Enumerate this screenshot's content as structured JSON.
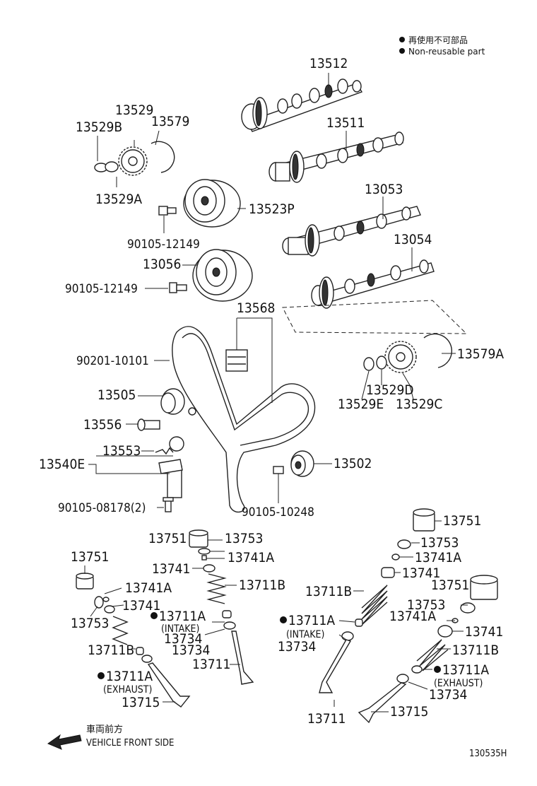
{
  "legend": {
    "jp": "再使用不可部品",
    "en": "Non-reusable part"
  },
  "figure_code": "130535H",
  "front_label": {
    "jp": "車両前方",
    "en": "VEHICLE FRONT SIDE"
  },
  "part_labels": {
    "p13512": "13512",
    "p13511": "13511",
    "p13053": "13053",
    "p13054": "13054",
    "p13529": "13529",
    "p13529B": "13529B",
    "p13579": "13579",
    "p13529A": "13529A",
    "p13523P": "13523P",
    "p90105_12149_a": "90105-12149",
    "p13056": "13056",
    "p90105_12149_b": "90105-12149",
    "p13568": "13568",
    "p90201_10101": "90201-10101",
    "p13505": "13505",
    "p13556": "13556",
    "p13553": "13553",
    "p13540E": "13540E",
    "p90105_08178": "90105-08178(2)",
    "p13502": "13502",
    "p90105_10248": "90105-10248",
    "p13579A": "13579A",
    "p13529D": "13529D",
    "p13529E": "13529E",
    "p13529C": "13529C",
    "l13751_a": "13751",
    "l13753_a": "13753",
    "l13741A_a": "13741A",
    "l13741_a": "13741",
    "l13711B_a": "13711B",
    "l13711A_a": "13711A",
    "l_intake_a": "(INTAKE)",
    "l13734_a": "13734",
    "l13711_a": "13711",
    "l13751_b": "13751",
    "l13741A_b": "13741A",
    "l13741_b": "13741",
    "l13753_b": "13753",
    "l13711B_b": "13711B",
    "l13734_b": "13734",
    "l13711A_b": "13711A",
    "l_exhaust_a": "(EXHAUST)",
    "l13715_a": "13715",
    "r13751_a": "13751",
    "r13753_a": "13753",
    "r13741A_a": "13741A",
    "r13741_a": "13741",
    "r13711B_a": "13711B",
    "r13711A_a": "13711A",
    "r_intake": "(INTAKE)",
    "r13734_a": "13734",
    "r13711": "13711",
    "r13751_b": "13751",
    "r13753_b": "13753",
    "r13741A_b": "13741A",
    "r13741_b": "13741",
    "r13711B_b": "13711B",
    "r13711A_b": "13711A",
    "r_exhaust": "(EXHAUST)",
    "r13734_b": "13734",
    "r13715": "13715"
  }
}
